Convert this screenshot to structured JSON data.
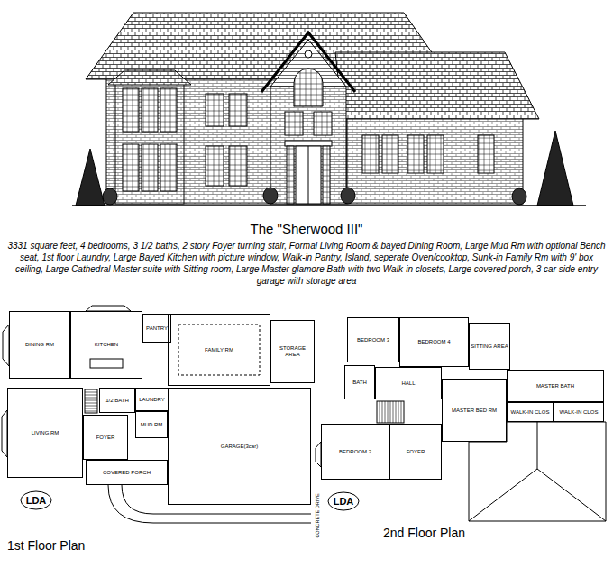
{
  "diagram": {
    "title": "The \"Sherwood III\"",
    "caption": "3331 square feet, 4 bedrooms, 3 1/2 baths, 2 story Foyer turning stair, Formal Living Room & bayed Dining Room, Large Mud Rm with optional Bench seat, 1st floor Laundry, Large Bayed Kitchen with picture window, Walk-in Pantry, Island, seperate Oven/cooktop, Sunk-in Family Rm with 9' box ceiling, Large Cathedral Master suite with Sitting room, Large Master glamore Bath with two Walk-in closets, Large covered porch, 3 car side entry garage with storage area",
    "nodes": [
      {
        "text": [
          "DINING RM"
        ]
      },
      {
        "text": [
          "KITCHEN"
        ]
      },
      {
        "text": [
          "PANTRY"
        ]
      },
      {
        "text": [
          "FAMILY RM"
        ]
      },
      {
        "text": [
          "STORAGE AREA"
        ]
      },
      {
        "text": [
          "LIVING RM"
        ]
      },
      {
        "text": [
          "1/2 BATH"
        ]
      },
      {
        "text": [
          "LAUNDRY"
        ]
      },
      {
        "text": [
          "MUD RM"
        ]
      },
      {
        "text": [
          "FOYER"
        ]
      },
      {
        "text": [
          "GARAGE(3car)"
        ]
      },
      {
        "text": [
          "COVERED PORCH"
        ]
      },
      {
        "text": [
          "BEDROOM 3"
        ]
      },
      {
        "text": [
          "BEDROOM 4"
        ]
      },
      {
        "text": [
          "SITTING AREA"
        ]
      },
      {
        "text": [
          "BATH"
        ]
      },
      {
        "text": [
          "HALL"
        ]
      },
      {
        "text": [
          "MASTER BATH"
        ]
      },
      {
        "text": [
          "MASTER BED RM"
        ]
      },
      {
        "text": [
          "WALK-IN CLOS"
        ]
      },
      {
        "text": [
          "WALK-IN CLOS"
        ]
      },
      {
        "text": [
          "BEDROOM 2"
        ]
      },
      {
        "text": [
          "FOYER"
        ]
      }
    ],
    "labels": [
      "LDA",
      "LDA",
      "CONCRETE DRIVE",
      "2nd Floor Plan",
      "1st Floor Plan"
    ]
  }
}
